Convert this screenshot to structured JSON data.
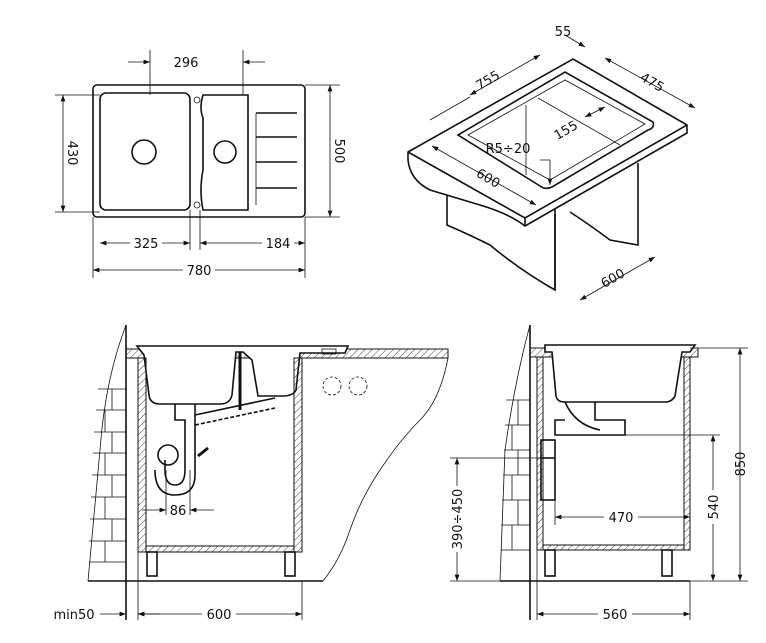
{
  "plan_view": {
    "dim_bowls_top": "296",
    "dim_height_inner": "430",
    "dim_height_outer": "500",
    "dim_left_bowl": "325",
    "dim_drainer": "184",
    "dim_total_width": "780"
  },
  "iso_view": {
    "dim_length": "755",
    "dim_edge": "55",
    "dim_depth": "475",
    "dim_inner": "155",
    "dim_radius": "R5÷20",
    "dim_front": "600",
    "dim_cabinet": "600"
  },
  "front_section": {
    "dim_trap_offset": "86",
    "dim_wall_gap": "min50",
    "dim_cabinet_width": "600"
  },
  "side_section": {
    "dim_drain_height": "390÷450",
    "dim_total_height": "850",
    "dim_outlet_height": "540",
    "dim_outlet_depth": "470",
    "dim_cabinet_depth": "560"
  }
}
